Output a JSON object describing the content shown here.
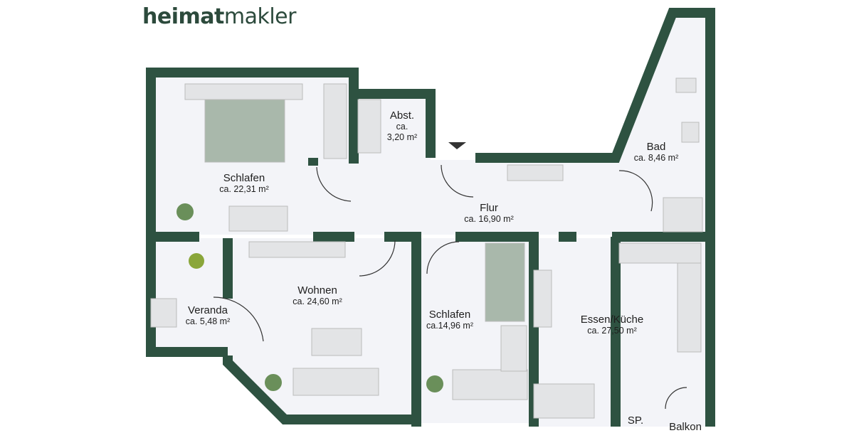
{
  "brand": {
    "bold": "heimat",
    "light": "makler"
  },
  "colors": {
    "wall": "#2e5241",
    "floor": "#f3f4f8",
    "furniture": "#e3e4e6",
    "bed": "#a9b8ab"
  },
  "rooms": [
    {
      "name": "Schlafen",
      "area": "ca. 22,31 m²"
    },
    {
      "name": "Abst.",
      "area_prefix": "ca.",
      "area": "3,20 m²"
    },
    {
      "name": "Bad",
      "area": "ca. 8,46 m²"
    },
    {
      "name": "Flur",
      "area": "ca. 16,90 m²"
    },
    {
      "name": "Wohnen",
      "area": "ca. 24,60 m²"
    },
    {
      "name": "Veranda",
      "area": "ca. 5,48 m²"
    },
    {
      "name": "Schlafen",
      "area": "ca.14,96 m²"
    },
    {
      "name": "Essen/Küche",
      "area": "ca. 27,50 m²"
    },
    {
      "name": "SP."
    },
    {
      "name": "Balkon"
    }
  ]
}
